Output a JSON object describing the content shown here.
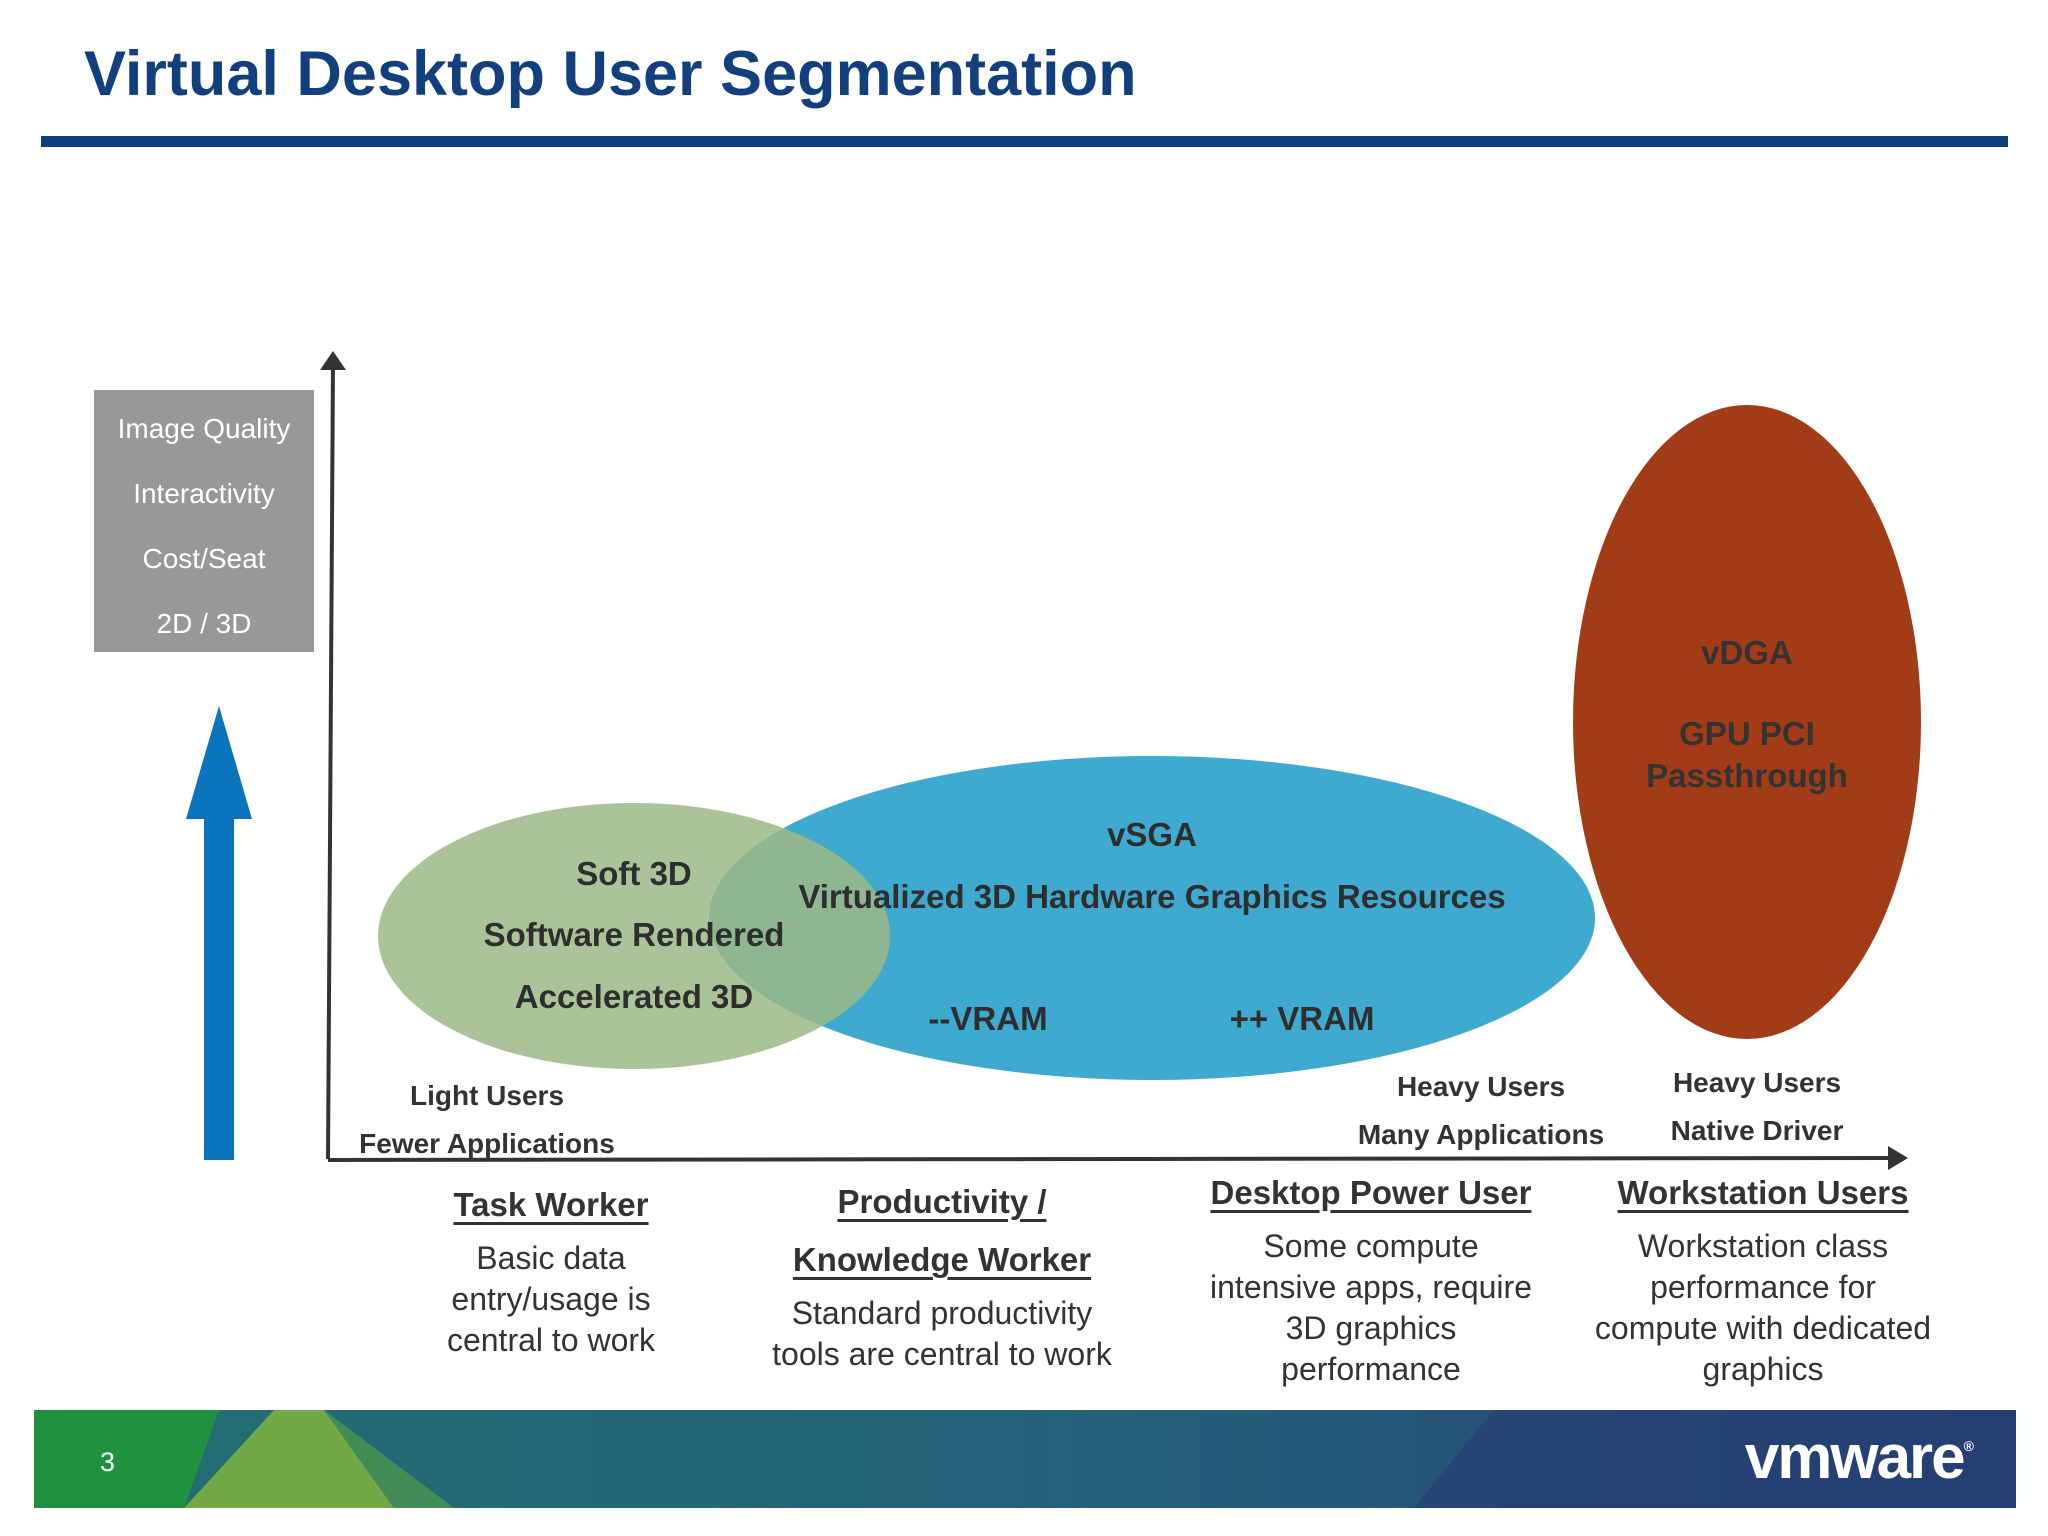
{
  "slide": {
    "title": "Virtual Desktop User Segmentation",
    "page_number": "3",
    "logo_text": "vmware"
  },
  "legend": {
    "items": [
      "Image Quality",
      "Interactivity",
      "Cost/Seat",
      "2D / 3D"
    ]
  },
  "ellipses": {
    "soft3d": {
      "lines": [
        "Soft 3D",
        "Software Rendered",
        "Accelerated 3D"
      ],
      "color": "#9cb886"
    },
    "vsga": {
      "title": "vSGA",
      "subtitle": "Virtualized 3D Hardware Graphics Resources",
      "low_vram": "--VRAM",
      "high_vram": "++ VRAM",
      "color": "#2ea3cb"
    },
    "vdga": {
      "title": "vDGA",
      "subtitle_line1": "GPU PCI",
      "subtitle_line2": "Passthrough",
      "color": "#a23c17"
    }
  },
  "axis_labels": {
    "light_users": "Light Users",
    "fewer_apps": "Fewer Applications",
    "heavy_users_1": "Heavy Users",
    "many_apps": "Many Applications",
    "heavy_users_2": "Heavy Users",
    "native_driver": "Native Driver"
  },
  "segments": [
    {
      "title_lines": [
        "Task Worker"
      ],
      "description": [
        "Basic data",
        "entry/usage is",
        "central to work"
      ]
    },
    {
      "title_lines": [
        "Productivity /",
        "Knowledge Worker"
      ],
      "description": [
        "Standard productivity",
        "tools are central to work"
      ]
    },
    {
      "title_lines": [
        "Desktop Power User"
      ],
      "description": [
        "Some compute",
        "intensive apps, require",
        "3D graphics",
        "performance"
      ]
    },
    {
      "title_lines": [
        "Workstation Users"
      ],
      "description": [
        "Workstation class",
        "performance for",
        "compute with dedicated",
        "graphics"
      ]
    }
  ],
  "colors": {
    "title": "#123f7d",
    "rule": "#0b3f7e",
    "legend_box": "#989898",
    "up_arrow": "#0a74bd"
  }
}
